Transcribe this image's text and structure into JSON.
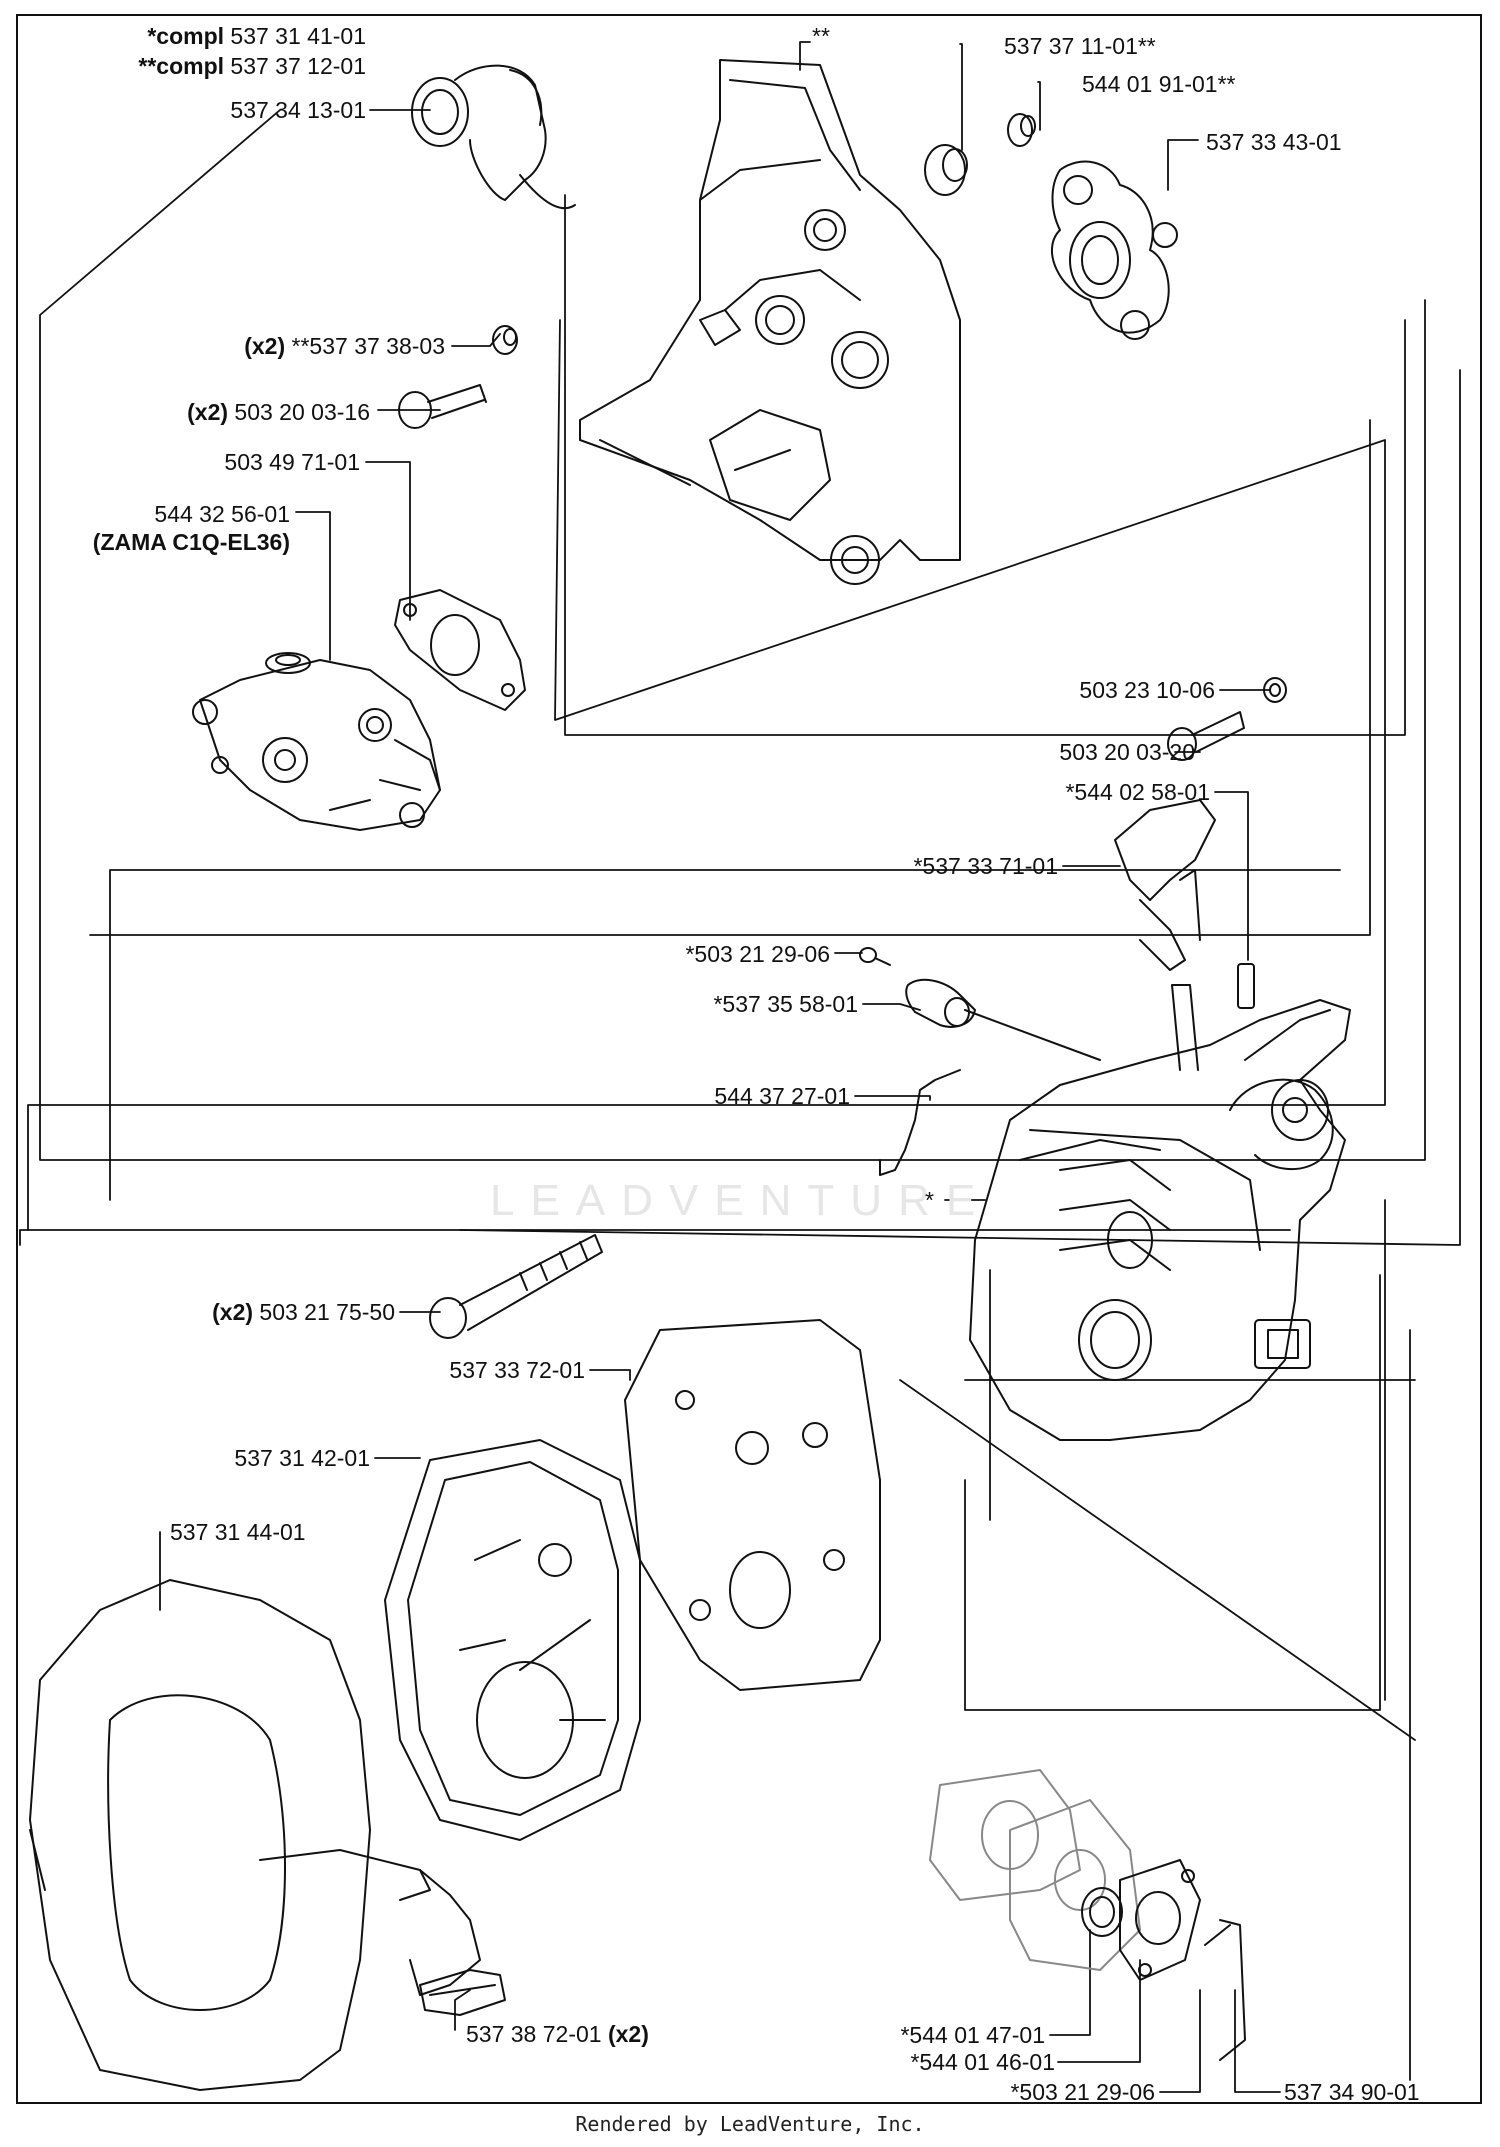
{
  "diagram": {
    "labels": {
      "compl_a_prefix": "*compl",
      "compl_a_num": "537 31 41-01",
      "compl_b_prefix": "**compl",
      "compl_b_num": "537 37 12-01",
      "elbow": "537 34 13-01",
      "housing_mark": "**",
      "bushing": "537 37 11-01**",
      "sleeve": "544 01 91-01**",
      "flange": "537 33 43-01",
      "spacer_qty": "(x2)",
      "spacer": "**537 37 38-03",
      "screw_qty": "(x2)",
      "screw": "503 20 03-16",
      "gasket": "503 49 71-01",
      "carb": "544 32 56-01",
      "carb_model": "(ZAMA C1Q-EL36)",
      "washer": "503 23 10-06",
      "screw2": "503 20 03-20",
      "clip": "*544 02 58-01",
      "lever": "*537 33 71-01",
      "small_screw": "*503 21 29-06",
      "holder": "*537 35 58-01",
      "rod": "544 37 27-01",
      "filter_base_mark": "*",
      "long_screw_qty": "(x2)",
      "long_screw": "503 21 75-50",
      "plate": "537 33 72-01",
      "filter": "537 31 42-01",
      "cover": "537 31 44-01",
      "latch": "537 38 72-01",
      "latch_qty": "(x2)",
      "seal": "*544 01 47-01",
      "bearing": "*544 01 46-01",
      "small_screw2": "*503 21 29-06",
      "wire": "537 34 90-01"
    },
    "watermark": "LEADVENTURE",
    "footer": "Rendered by LeadVenture, Inc."
  }
}
